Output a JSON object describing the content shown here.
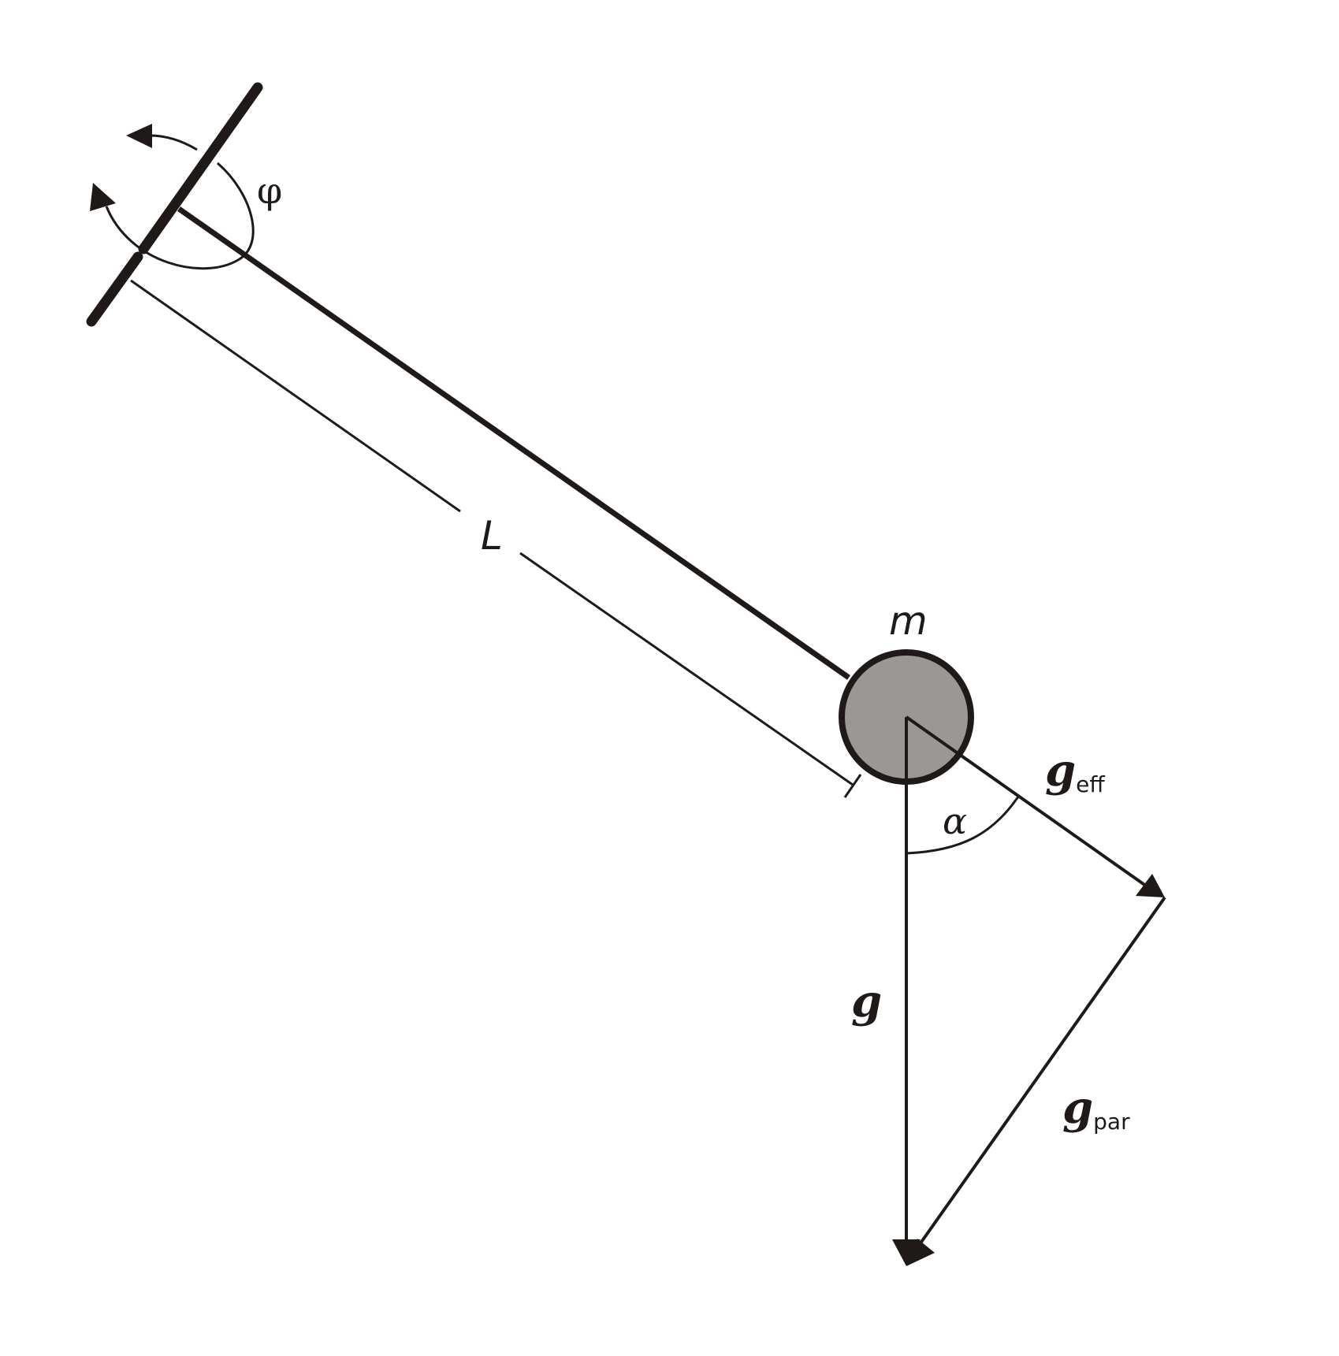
{
  "labels": {
    "phi": "φ",
    "length": "L",
    "mass": "m",
    "alpha": "α",
    "gravity": "g",
    "g_eff_base": "g",
    "g_eff_sub": "eff",
    "g_par_base": "g",
    "g_par_sub": "par"
  },
  "colors": {
    "ink": "#1f1a17",
    "bob_fill": "#9a9896",
    "background": "#ffffff"
  }
}
